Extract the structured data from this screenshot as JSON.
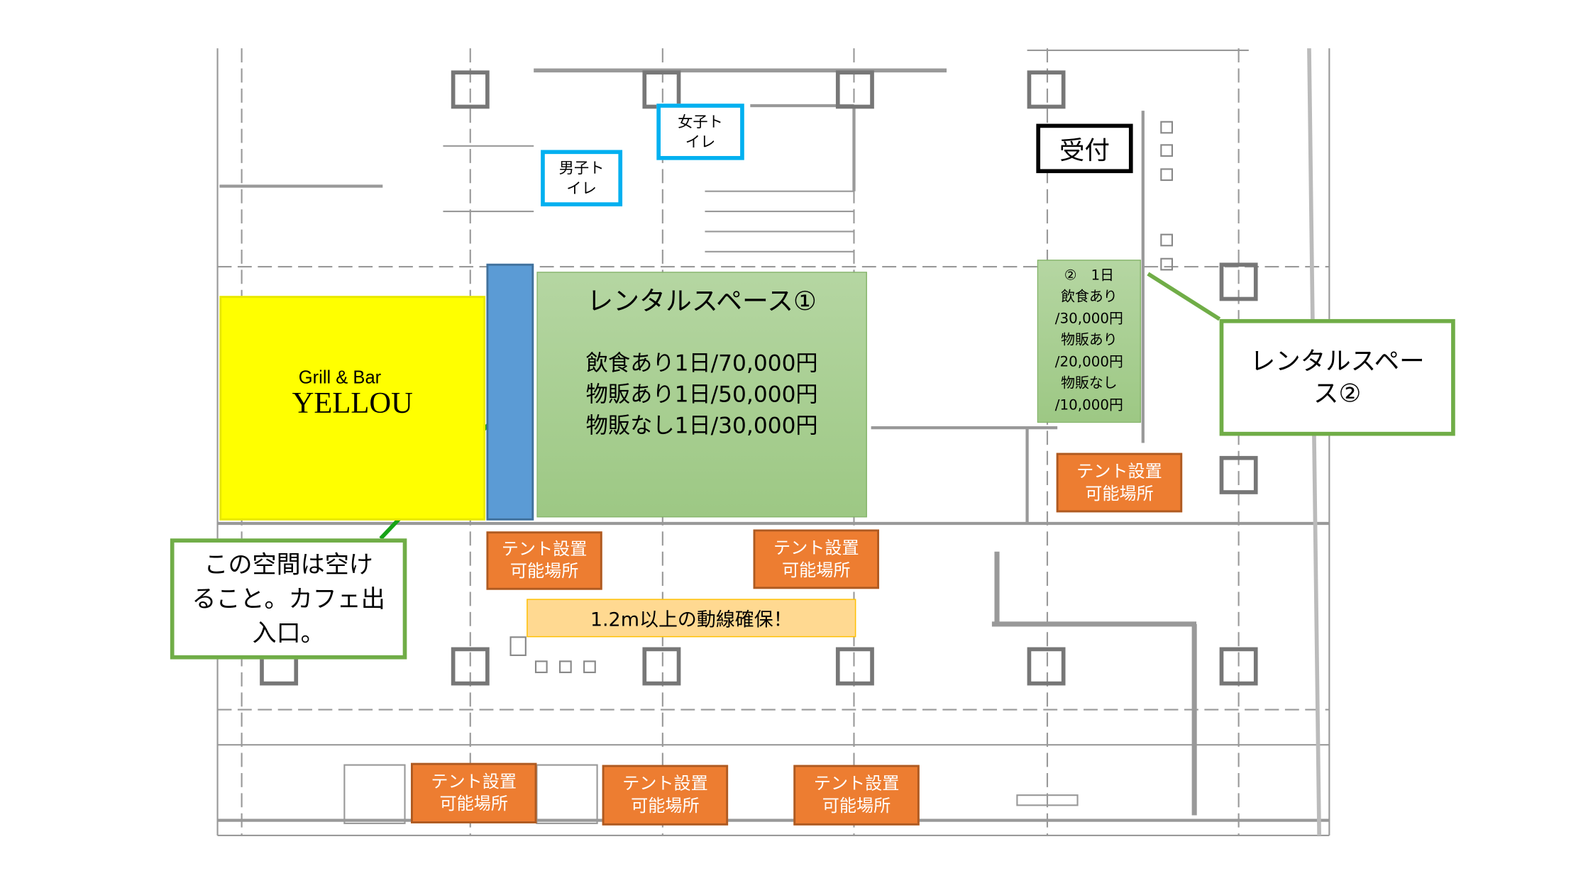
{
  "restaurant": {
    "subtitle": "Grill & Bar",
    "name": "YELLOU"
  },
  "rental_space_1": {
    "title": "レンタルスペース①",
    "prices": [
      "飲食あり1日/70,000円",
      "物販あり1日/50,000円",
      "物販なし1日/30,000円"
    ]
  },
  "rental_space_2": {
    "lines": [
      "②　1日",
      "飲食あり",
      "/30,000円",
      "物販あり",
      "/20,000円",
      "物販なし",
      "/10,000円"
    ],
    "callout": [
      "レンタルスペー",
      "ス②"
    ]
  },
  "reception": "受付",
  "toilets": {
    "men": [
      "男子ト",
      "イレ"
    ],
    "women": [
      "女子ト",
      "イレ"
    ]
  },
  "keep_clear_note": [
    "この空間は空け",
    "ること。カフェ出",
    "入口。"
  ],
  "passage_note": "1.2m以上の動線確保！",
  "tent_label": [
    "テント設置",
    "可能場所"
  ],
  "colors": {
    "yellow": "#ffff00",
    "blue": "#5b9bd5",
    "green": "#a9d18e",
    "orange": "#ed7d31",
    "callout_border": "#70ad47",
    "toilet_border": "#00b0f0"
  }
}
